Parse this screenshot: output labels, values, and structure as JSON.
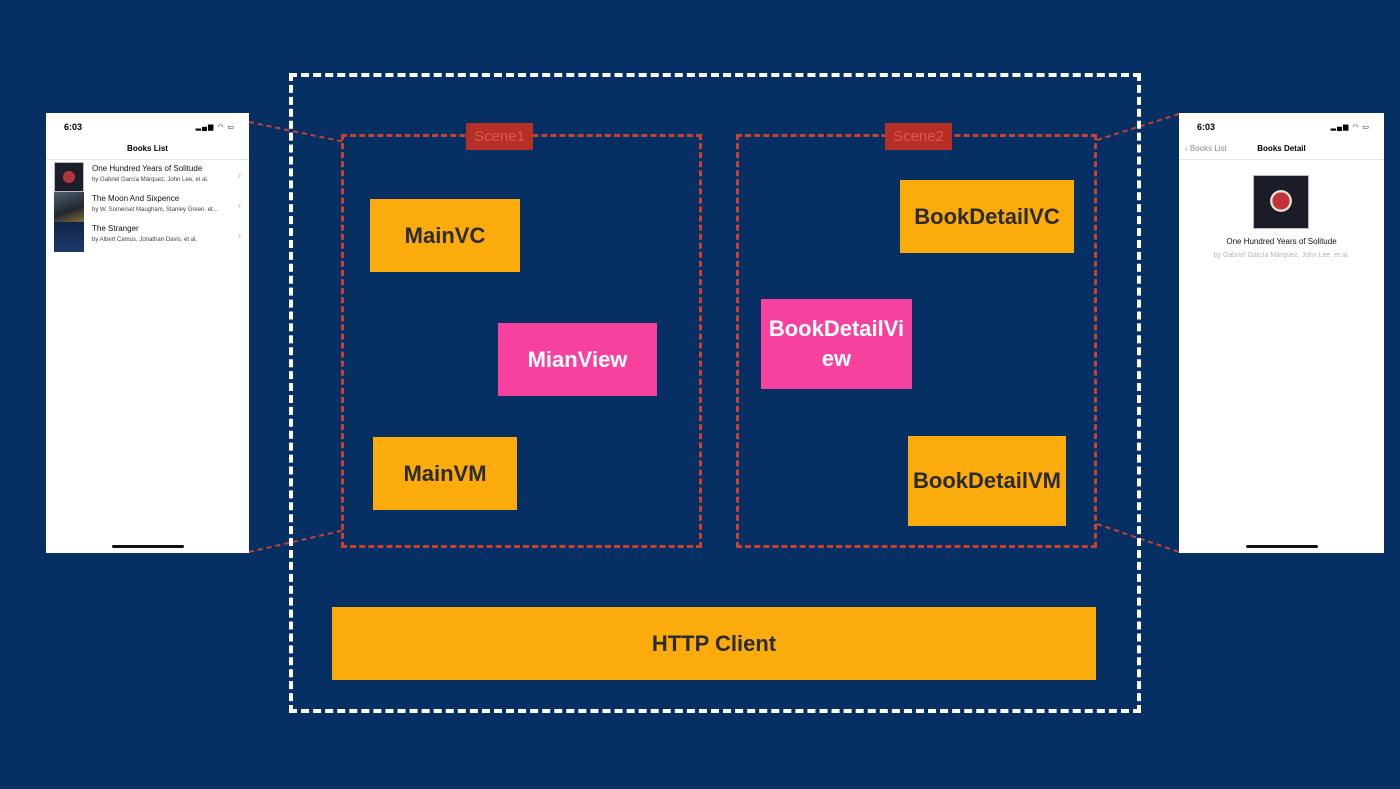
{
  "diagram": {
    "scene1_label": "Scene1",
    "scene2_label": "Scene2",
    "blocks": {
      "main_vc": "MainVC",
      "main_view": "MianView",
      "main_vm": "MainVM",
      "book_detail_vc": "BookDetailVC",
      "book_detail_view": "BookDetailView",
      "book_detail_vm": "BookDetailVM",
      "http_client": "HTTP Client"
    }
  },
  "phone_left": {
    "time": "6:03",
    "status_icons": "▂▄▆ ◠ ▭",
    "title": "Books List",
    "books": [
      {
        "title": "One Hundred Years of Solitude",
        "authors": "by Gabriel García Márquez, John Lee, et al.",
        "chevron": "›"
      },
      {
        "title": "The Moon And Sixpence",
        "authors": "by W. Somerset Maugham, Stanley Green, et...",
        "chevron": "›"
      },
      {
        "title": "The Stranger",
        "authors": "by Albert Camus, Jonathan Davis, et al.",
        "chevron": "›"
      }
    ]
  },
  "phone_right": {
    "time": "6:03",
    "status_icons": "▂▄▆ ◠ ▭",
    "back_label": "‹ Books List",
    "title": "Books Detail",
    "book_title": "One Hundred Years of Solitude",
    "book_authors": "by Gabriel García Márquez, John Lee, et al."
  },
  "colors": {
    "background": "#063063",
    "block_orange": "#fbac0c",
    "block_pink": "#f7419f",
    "scene_border": "#c8402e",
    "outer_border": "#ffffff"
  }
}
